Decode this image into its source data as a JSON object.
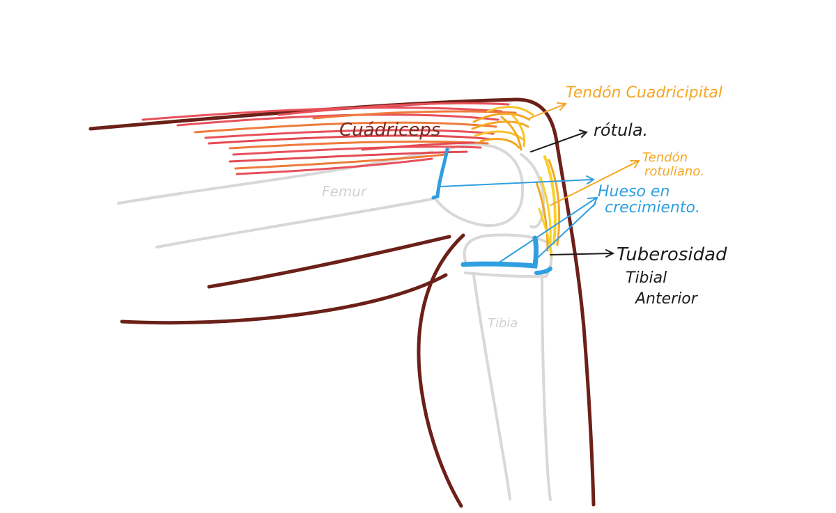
{
  "labels": {
    "quadriceps": "Cuádriceps",
    "quad_tendon": "Tendón Cuadricipital",
    "patella": "rótula.",
    "patellar_tendon_line1": "Tendón",
    "patellar_tendon_line2": "rotuliano.",
    "growing_bone_line1": "Hueso en",
    "growing_bone_line2": "crecimiento.",
    "tuberosity_line1": "Tuberosidad",
    "tuberosity_line2": "Tibial",
    "tuberosity_line3": "Anterior",
    "femur": "Femur",
    "tibia": "Tibia"
  },
  "colors": {
    "skin": "#6b2018",
    "bone": "#d6d6d6",
    "muscle": "#e8505a",
    "muscle_orange": "#ee7a3a",
    "tendon": "#f5a623",
    "tendon_yellow": "#f7d12a",
    "growth_plate": "#2f9fe0",
    "label_dark": "#1c1c1c",
    "label_muscle": "#7a2a22"
  }
}
